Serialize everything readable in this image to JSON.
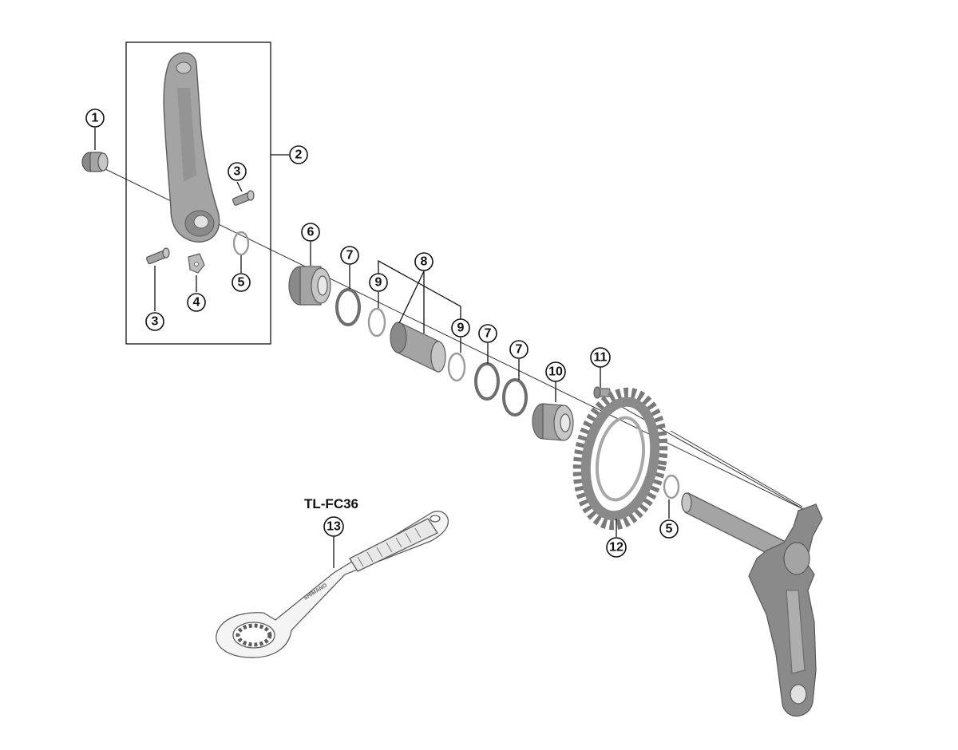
{
  "callouts": {
    "c1": "1",
    "c2": "2",
    "c3a": "3",
    "c3b": "3",
    "c4": "4",
    "c5a": "5",
    "c5b": "5",
    "c6": "6",
    "c7a": "7",
    "c7b": "7",
    "c7c": "7",
    "c8": "8",
    "c9a": "9",
    "c9b": "9",
    "c10": "10",
    "c11": "11",
    "c12": "12",
    "c13": "13"
  },
  "tool": {
    "name": "TL-FC36",
    "brand_marking": "SHIMANO"
  },
  "colors": {
    "part_gray": "#a4a4a4",
    "part_dark": "#8a8a8a",
    "line": "#111111"
  }
}
